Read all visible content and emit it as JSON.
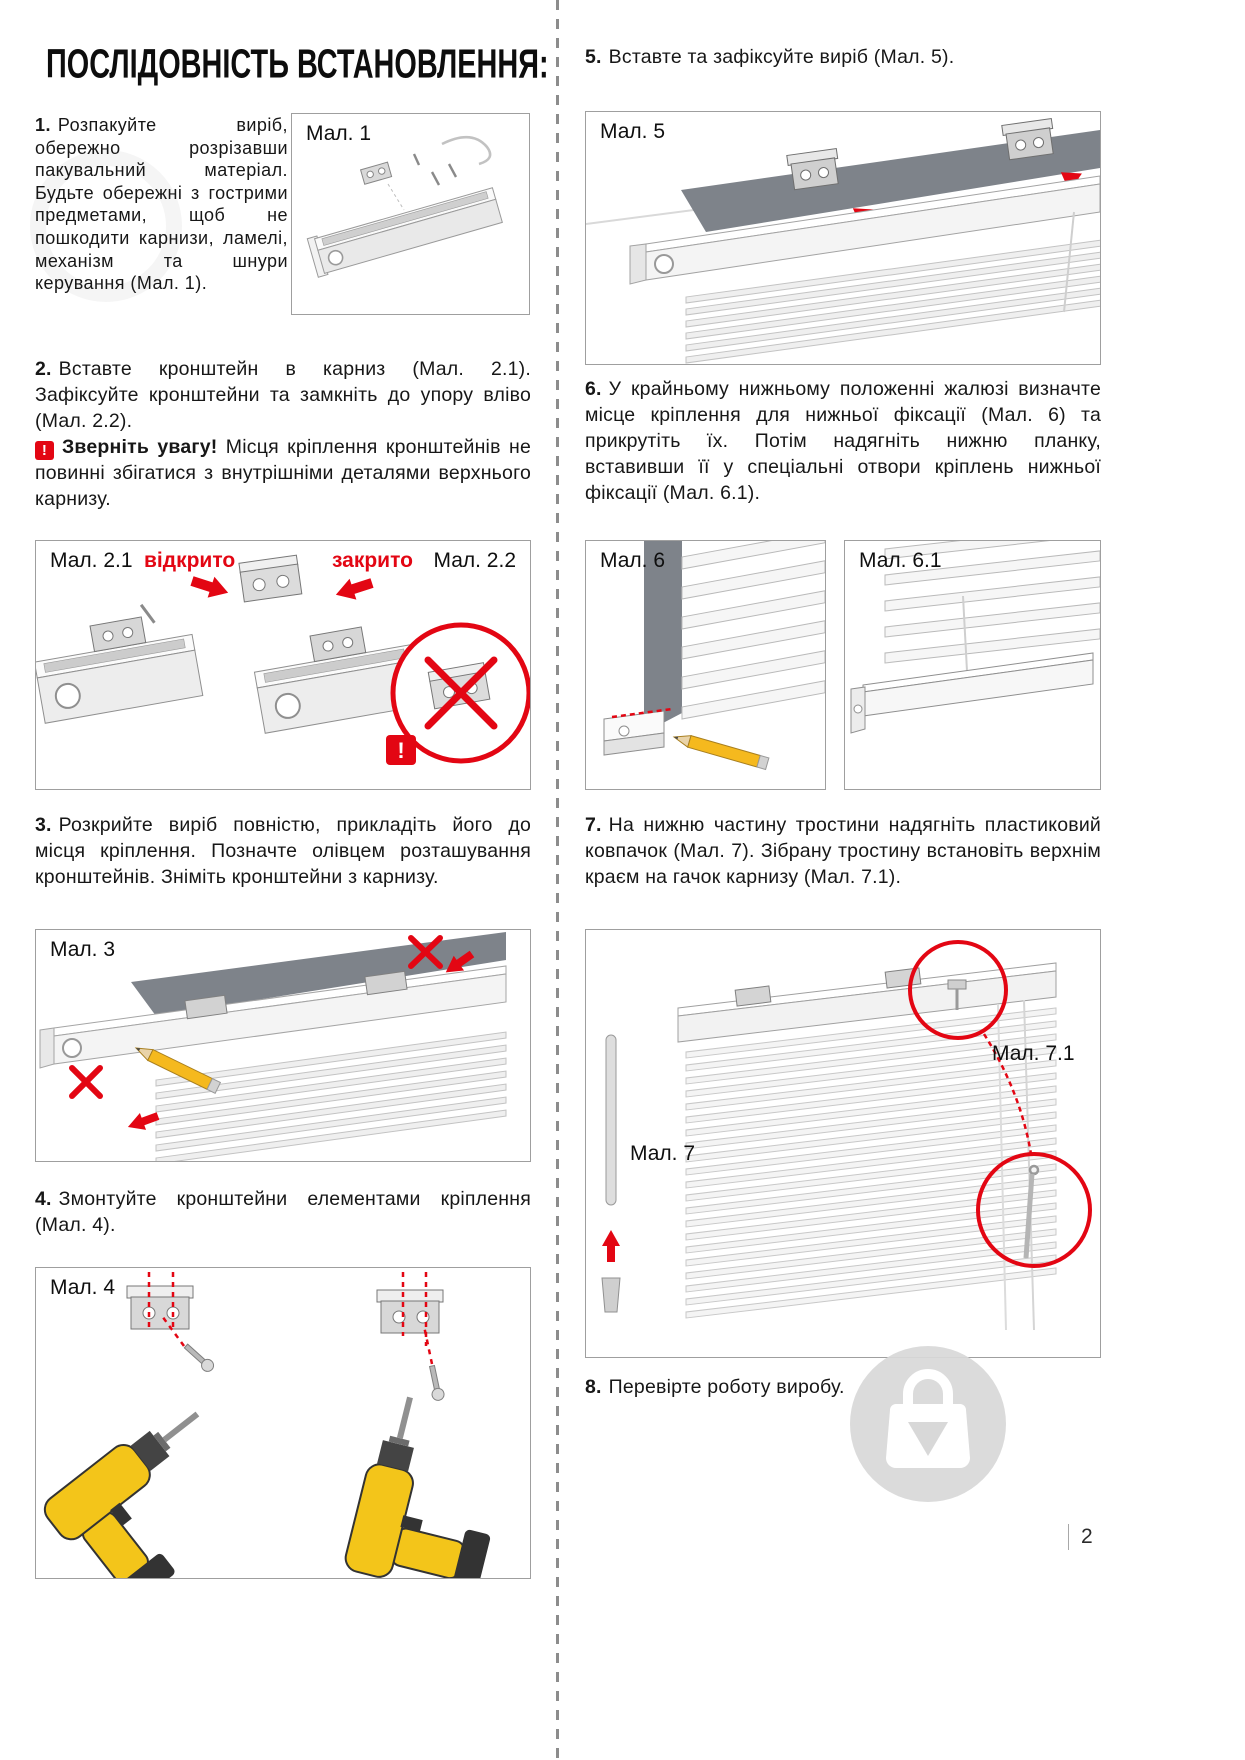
{
  "page": {
    "title": "ПОСЛІДОВНІСТЬ ВСТАНОВЛЕННЯ:",
    "number": "2",
    "accent_red": "#e30613"
  },
  "steps": {
    "s1": {
      "num": "1.",
      "text": "Розпакуйте виріб, обережно розрізавши пакувальний матеріал. Будьте обережні з гострими предметами, щоб не пошкодити карнизи, ламелі, механізм та шнури керування (Мал. 1)."
    },
    "s2": {
      "num": "2.",
      "text": "Вставте кронштейн в карниз (Мал. 2.1). Зафіксуйте кронштейни та замкніть до упору вліво (Мал. 2.2)."
    },
    "s2_note": {
      "icon": "!",
      "title": "Зверніть увагу!",
      "text": "Місця кріплення кронштейнів не повинні збігатися з внутрішніми деталями верхнього карнизу."
    },
    "s3": {
      "num": "3.",
      "text": "Розкрийте виріб повністю, прикладіть його до місця кріплення. Позначте олівцем розташування кронштейнів. Зніміть кронштейни з карнизу."
    },
    "s4": {
      "num": "4.",
      "text": "Змонтуйте кронштейни елементами кріплення (Мал. 4)."
    },
    "s5": {
      "num": "5.",
      "text": "Вставте та зафіксуйте виріб (Мал. 5)."
    },
    "s6": {
      "num": "6.",
      "text": "У крайньому нижньому положенні жалюзі визначте місце кріплення для нижньої фіксації (Мал. 6) та прикрутіть їх. Потім надягніть нижню планку, вставивши її у спеціальні отвори кріплень нижньої фіксації (Мал. 6.1)."
    },
    "s7": {
      "num": "7.",
      "text": "На нижню частину тростини надягніть пластиковий ковпачок (Мал. 7). Зібрану тростину встановіть верхнім краєм на гачок карнизу (Мал. 7.1)."
    },
    "s8": {
      "num": "8.",
      "text": "Перевірте роботу виробу."
    }
  },
  "figures": {
    "f1": {
      "label": "Мал. 1"
    },
    "f2": {
      "label_left": "Мал. 2.1",
      "label_open": "відкрито",
      "label_closed": "закрито",
      "label_right": "Мал. 2.2",
      "warning_mark": "!"
    },
    "f3": {
      "label": "Мал. 3"
    },
    "f4": {
      "label": "Мал. 4"
    },
    "f5": {
      "label": "Мал. 5"
    },
    "f6": {
      "label": "Мал. 6"
    },
    "f6_1": {
      "label": "Мал. 6.1"
    },
    "f7": {
      "label": "Мал. 7",
      "label_sub": "Мал. 7.1"
    }
  }
}
